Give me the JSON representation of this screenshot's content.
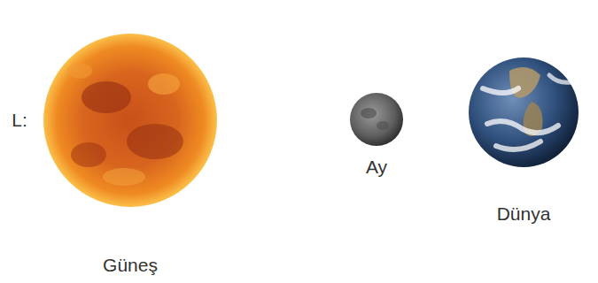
{
  "diagram": {
    "labels": [
      "L:",
      "Güneş",
      "Ay",
      "Dünya"
    ]
  }
}
